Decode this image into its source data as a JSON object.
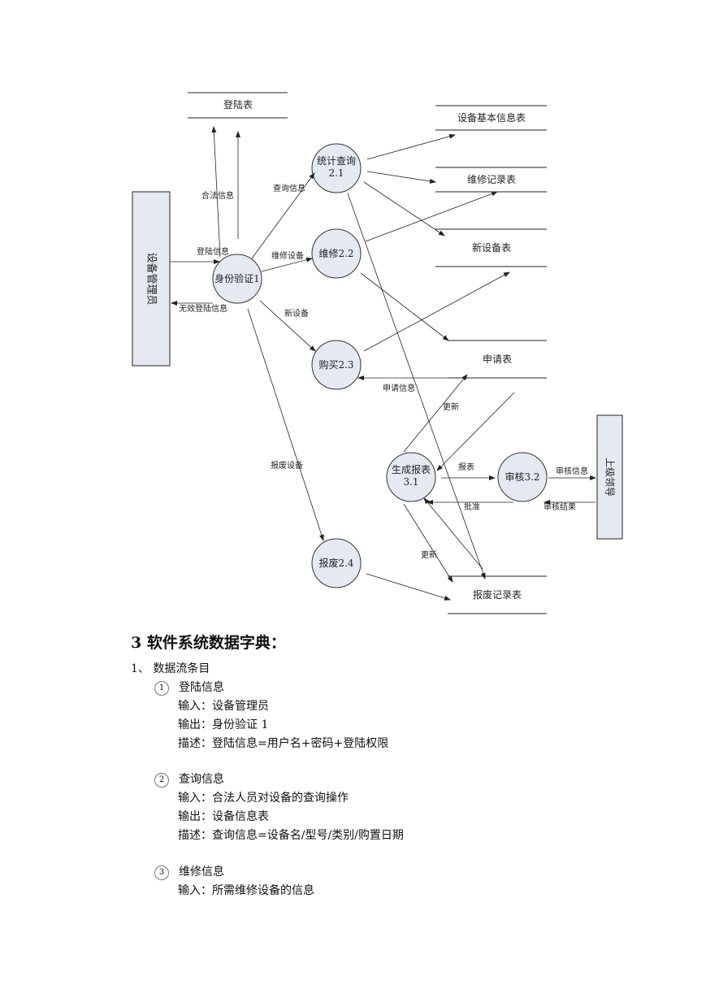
{
  "diagram": {
    "stores": {
      "login_table": "登陆表",
      "equipment_basic_table": "设备基本信息表",
      "repair_record_table": "维修记录表",
      "new_equipment_table": "新设备表",
      "application_table": "申请表",
      "scrap_record_table": "报废记录表"
    },
    "entities": {
      "equipment_manager": "设备管理员",
      "superior_leader": "上级领导"
    },
    "processes": {
      "identity_check": "身份验证1",
      "stat_query_line1": "统计查询",
      "stat_query_line2": "2.1",
      "repair": "维修2.2",
      "purchase": "购买2.3",
      "scrap": "报废2.4",
      "report_line1": "生成报表",
      "report_line2": "3.1",
      "audit": "审核3.2"
    },
    "flows": {
      "login_info": "登陆信息",
      "invalid_login": "无效登陆信息",
      "legal_info": "合法信息",
      "query_info": "查询信息",
      "repair_equipment": "维修设备",
      "new_equipment": "新设备",
      "scrap_equipment": "报废设备",
      "apply_info": "申请信息",
      "update_top": "更新",
      "report": "报表",
      "approve": "批准",
      "audit_info": "审核信息",
      "audit_result": "审核结果",
      "update_bottom": "更新"
    }
  },
  "doc": {
    "heading": "3 软件系统数据字典：",
    "section": "1、 数据流条目",
    "items": [
      {
        "num": "1",
        "title": "登陆信息",
        "input": "输入：设备管理员",
        "output": "输出：身份验证 1",
        "desc": "描述：登陆信息=用户名+密码+登陆权限"
      },
      {
        "num": "2",
        "title": "查询信息",
        "input": "输入：合法人员对设备的查询操作",
        "output": "输出：设备信息表",
        "desc": "描述：查询信息=设备名/型号/类别/购置日期"
      },
      {
        "num": "3",
        "title": "维修信息",
        "input": "输入：所需维修设备的信息"
      }
    ]
  }
}
